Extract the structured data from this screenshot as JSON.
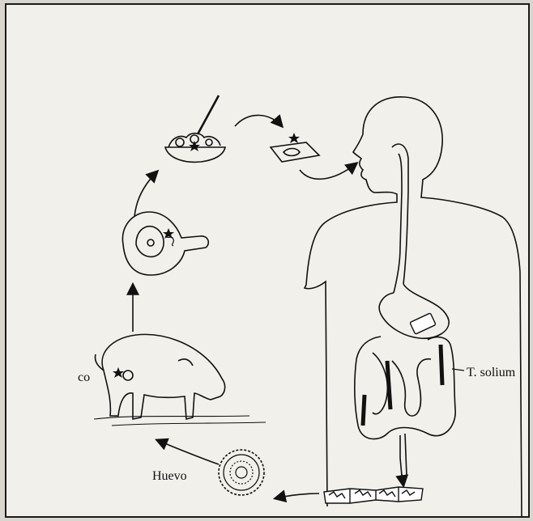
{
  "labels": {
    "taenia": "T. solium",
    "cerdo": "co",
    "huevo": "Huevo"
  },
  "stages": [
    {
      "icon": "food-plate-icon"
    },
    {
      "icon": "wrapped-meat-icon"
    },
    {
      "icon": "human-silhouette-icon"
    },
    {
      "icon": "tapeworm-segments-icon"
    },
    {
      "icon": "egg-icon"
    },
    {
      "icon": "pig-icon"
    },
    {
      "icon": "ham-icon"
    }
  ],
  "colors": {
    "ink": "#111111",
    "paper": "#f2f0ea"
  }
}
